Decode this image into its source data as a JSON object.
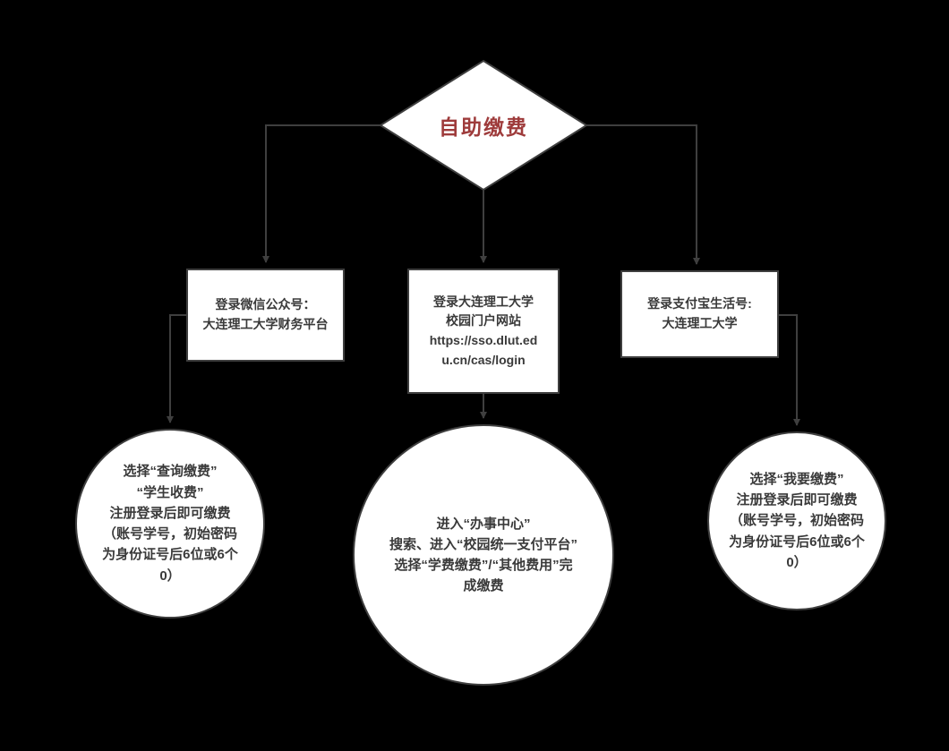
{
  "diagram": {
    "title": "自助缴费"
  },
  "boxes": {
    "wechat": {
      "lines": [
        "登录微信公众号：",
        "大连理工大学财务平台"
      ]
    },
    "portal": {
      "lines": [
        "登录大连理工大学",
        "校园门户网站",
        "https://sso.dlut.ed",
        "u.cn/cas/login"
      ]
    },
    "alipay": {
      "lines": [
        "登录支付宝生活号:",
        "大连理工大学"
      ]
    }
  },
  "circles": {
    "wechat": {
      "lines": [
        "选择“查询缴费”",
        "“学生收费”",
        "注册登录后即可缴费",
        "（账号学号，初始密码",
        "为身份证号后6位或6个",
        "0）"
      ]
    },
    "portal": {
      "lines": [
        "进入“办事中心”",
        "搜索、进入“校园统一支付平台”",
        "选择“学费缴费”/“其他费用”完",
        "成缴费"
      ]
    },
    "alipay": {
      "lines": [
        "选择“我要缴费”",
        "注册登录后即可缴费",
        "（账号学号，初始密码",
        "为身份证号后6位或6个",
        "0）"
      ]
    }
  },
  "colors": {
    "bg": "#000000",
    "fill": "#ffffff",
    "stroke": "#3f3f3f",
    "text": "#3a3a3a",
    "title": "#9e3b3b"
  }
}
